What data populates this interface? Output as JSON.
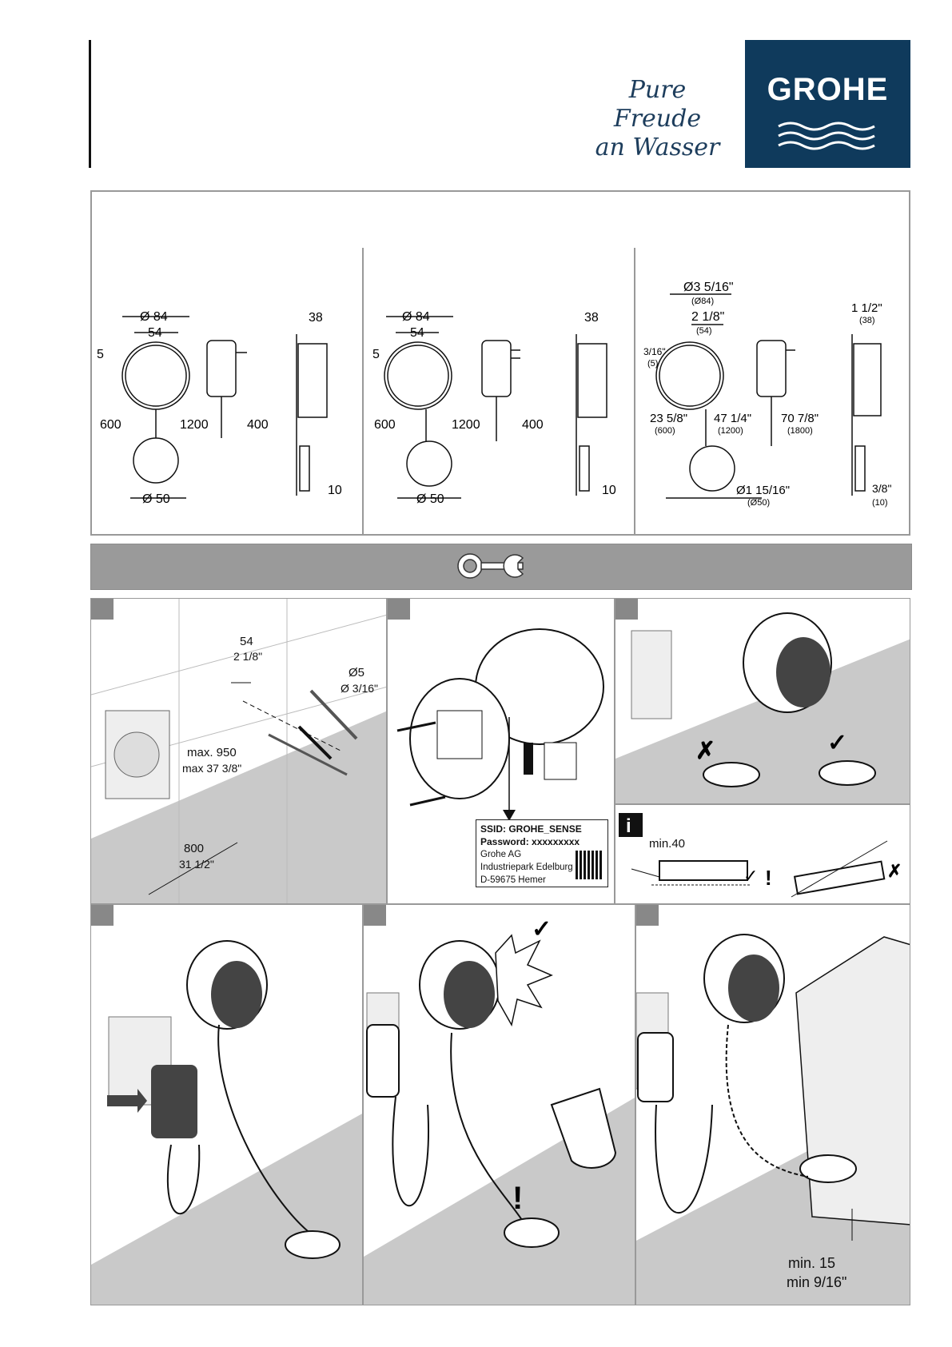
{
  "header": {
    "slogan_line1": "Pure Freude",
    "slogan_line2": "an Wasser",
    "brand": "GROHE",
    "brand_color": "#0f3a5c"
  },
  "dimensions": {
    "metric_eu": {
      "dia_sensor": "Ø 84",
      "spacing": "54",
      "offset": "5",
      "cable_left": "600",
      "cable_sensor": "1200",
      "cable_adapter": "400",
      "depth": "38",
      "dia_floor": "Ø 50",
      "thickness": "10"
    },
    "metric_us": {
      "dia_sensor": "Ø 84",
      "spacing": "54",
      "offset": "5",
      "cable_left": "600",
      "cable_sensor": "1200",
      "cable_adapter": "400",
      "depth": "38",
      "dia_floor": "Ø 50",
      "thickness": "10"
    },
    "imperial": {
      "dia_sensor": "Ø3 5/16\"",
      "dia_sensor_mm": "(Ø84)",
      "spacing": "2 1/8\"",
      "spacing_mm": "(54)",
      "offset": "3/16\"",
      "offset_mm": "(5)",
      "cable_left": "23 5/8\"",
      "cable_left_mm": "(600)",
      "cable_sensor": "47 1/4\"",
      "cable_sensor_mm": "(1200)",
      "cable_adapter": "70 7/8\"",
      "cable_adapter_mm": "(1800)",
      "depth": "1 1/2\"",
      "depth_mm": "(38)",
      "dia_floor": "Ø1 15/16\"",
      "dia_floor_mm": "(Ø50)",
      "thickness": "3/8\"",
      "thickness_mm": "(10)"
    }
  },
  "step1": {
    "spacing_mm": "54",
    "spacing_in": "2 1/8\"",
    "drill_mm": "Ø5",
    "drill_in": "Ø 3/16\"",
    "height_mm": "max. 950",
    "height_in": "max 37 3/8\"",
    "dist_mm": "800",
    "dist_in": "31 1/2\""
  },
  "step2": {
    "ssid": "SSID: GROHE_SENSE",
    "password": "Password: xxxxxxxxx",
    "company": "Grohe AG",
    "address1": "Industriepark Edelburg",
    "address2": "D-59675 Hemer"
  },
  "step3b": {
    "min_label": "min.40"
  },
  "step6": {
    "min_mm": "min. 15",
    "min_in": "min 9/16\""
  }
}
